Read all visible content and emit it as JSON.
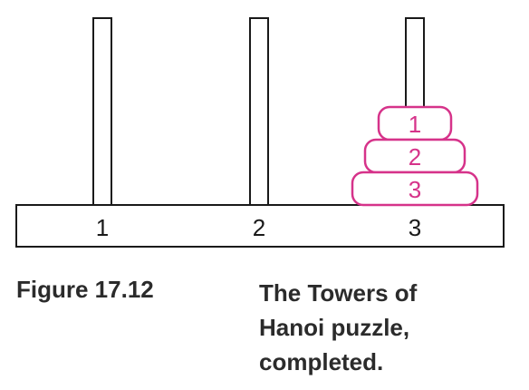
{
  "figure": {
    "label": "Figure 17.12",
    "caption": "The Towers of Hanoi puzzle, completed."
  },
  "pegs": [
    {
      "label": "1",
      "disks": []
    },
    {
      "label": "2",
      "disks": []
    },
    {
      "label": "3",
      "disks": [
        "1",
        "2",
        "3"
      ]
    }
  ],
  "colors": {
    "outline": "#1a1a1a",
    "disk": "#d6338a",
    "text": "#2b2b2b"
  }
}
